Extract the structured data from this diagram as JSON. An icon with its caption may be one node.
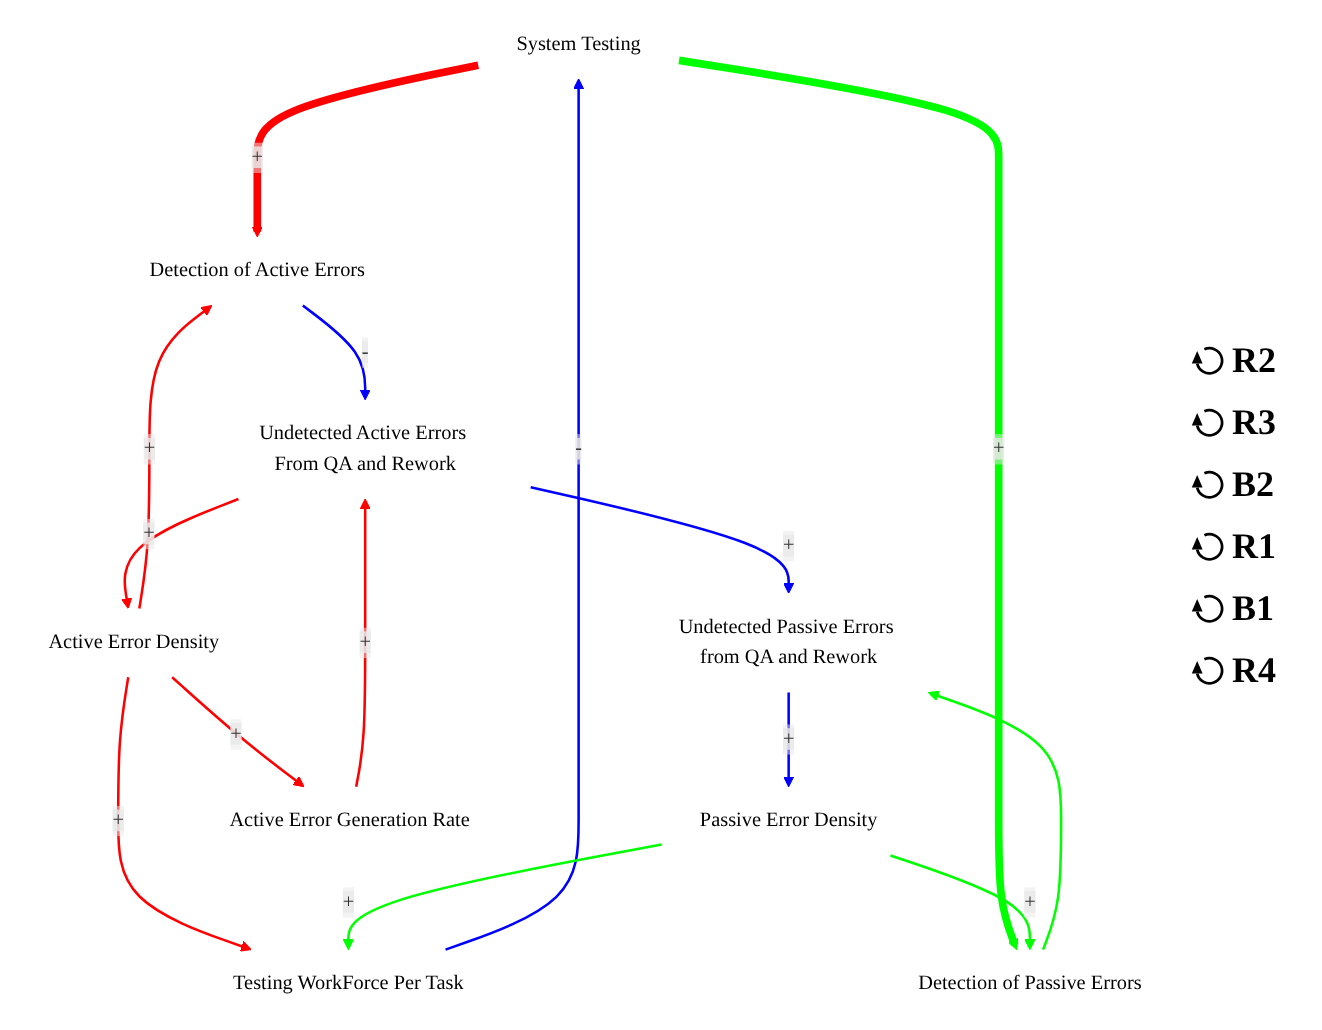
{
  "diagram": {
    "nodes": [
      {
        "text": [
          "System Testing"
        ]
      },
      {
        "text": [
          "Testing WorkForce Per Task"
        ]
      },
      {
        "text": [
          "Passive Error Density"
        ]
      },
      {
        "text": [
          "Detection of Passive Errors"
        ]
      },
      {
        "text": [
          "Active Error Density"
        ]
      },
      {
        "text": [
          "Detection of Active Errors"
        ]
      },
      {
        "text": [
          "Active Error Generation Rate"
        ]
      },
      {
        "text": [
          "Undetected Passive Errors from QA and Rework"
        ]
      },
      {
        "text": [
          "Undetected Active Errors From QA and Rework"
        ]
      }
    ],
    "edges": [
      {
        "from": 1,
        "to": 0,
        "arrow": "to",
        "label": "-",
        "color": "#0000ff"
      },
      {
        "from": 0,
        "to": 5,
        "arrow": "to",
        "label": "+",
        "style": "thick",
        "color": "#ff0000"
      },
      {
        "from": 0,
        "to": 3,
        "arrow": "to",
        "label": "+",
        "style": "thick",
        "color": "#00ff00"
      },
      {
        "from": 4,
        "to": 1,
        "arrow": "to",
        "label": "+",
        "color": "#ff0000"
      },
      {
        "from": 4,
        "to": 5,
        "arrow": "to",
        "label": "+",
        "color": "#ff0000"
      },
      {
        "from": 4,
        "to": 6,
        "arrow": "to",
        "label": "+",
        "color": "#ff0000"
      },
      {
        "from": 6,
        "to": 8,
        "arrow": "to",
        "label": "+",
        "color": "#ff0000"
      },
      {
        "from": 8,
        "to": 4,
        "arrow": "to",
        "label": "+",
        "color": "#ff0000"
      },
      {
        "from": 5,
        "to": 8,
        "arrow": "to",
        "label": "-",
        "color": "#0000ff"
      },
      {
        "from": 8,
        "to": 7,
        "arrow": "to",
        "label": "+",
        "color": "#0000ff"
      },
      {
        "from": 7,
        "to": 2,
        "arrow": "to",
        "label": "+",
        "color": "#0000ff"
      },
      {
        "from": 2,
        "to": 1,
        "arrow": "to",
        "label": "+",
        "color": "#00ff00"
      },
      {
        "from": 2,
        "to": 3,
        "arrow": "to",
        "label": "+",
        "color": "#00ff00"
      },
      {
        "from": 3,
        "to": 7,
        "arrow": "to",
        "color": "#00ff00"
      }
    ],
    "labels": [
      "R2",
      "R3",
      "B2",
      "R1",
      "B1",
      "R4"
    ]
  }
}
